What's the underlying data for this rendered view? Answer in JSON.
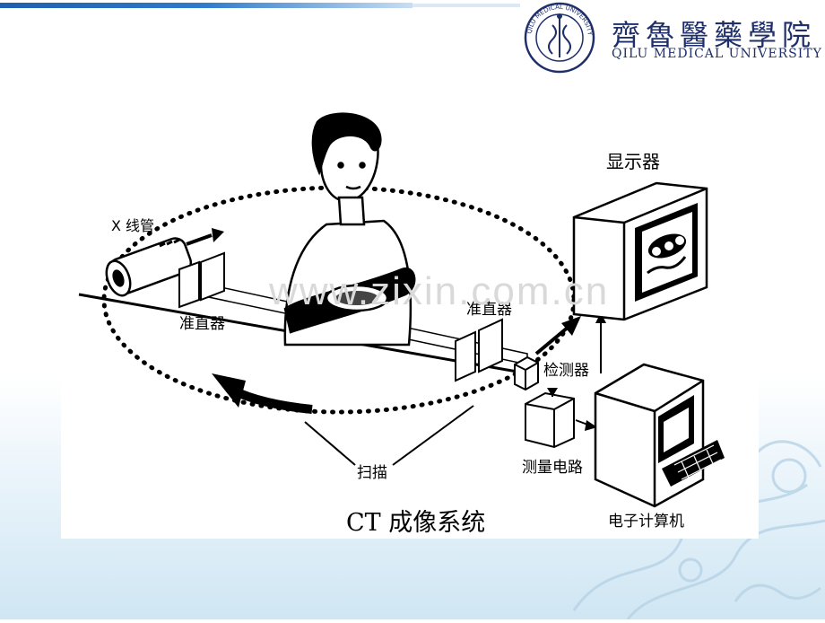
{
  "header": {
    "university_cn": "齊魯醫藥學院",
    "university_en": "QILU MEDICAL UNIVERSITY",
    "seal_text": "QILU MEDICAL UNIVERSITY"
  },
  "diagram": {
    "labels": {
      "xray_tube": "X 线管",
      "collimator_left": "准直器",
      "collimator_right": "准直器",
      "display": "显示器",
      "detector": "检测器",
      "measurement_circuit": "测量电路",
      "scan": "扫描",
      "computer": "电子计算机",
      "title": "CT 成像系统"
    },
    "watermark": "www.zixin.com.cn"
  },
  "colors": {
    "accent": "#1f2f6a",
    "bar_blue": "#2a6ebb"
  }
}
